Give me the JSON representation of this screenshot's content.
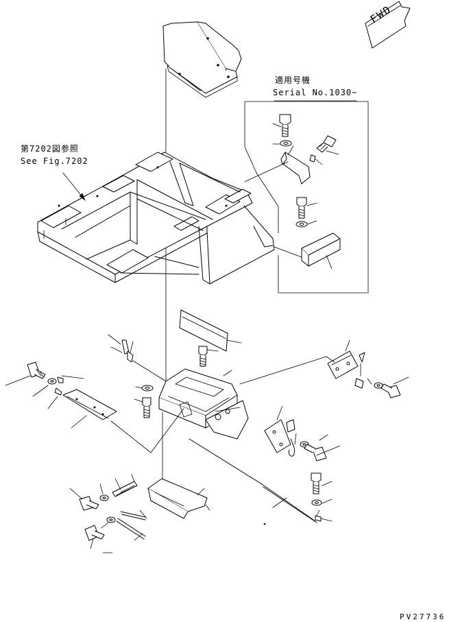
{
  "direction_indicator": {
    "text": "FWD"
  },
  "serial_note": {
    "jp": "適用号機",
    "en": "Serial No.1030~"
  },
  "fig_ref": {
    "jp": "第7202図参照",
    "en": "See Fig.7202"
  },
  "drawing_code": "PV27736"
}
